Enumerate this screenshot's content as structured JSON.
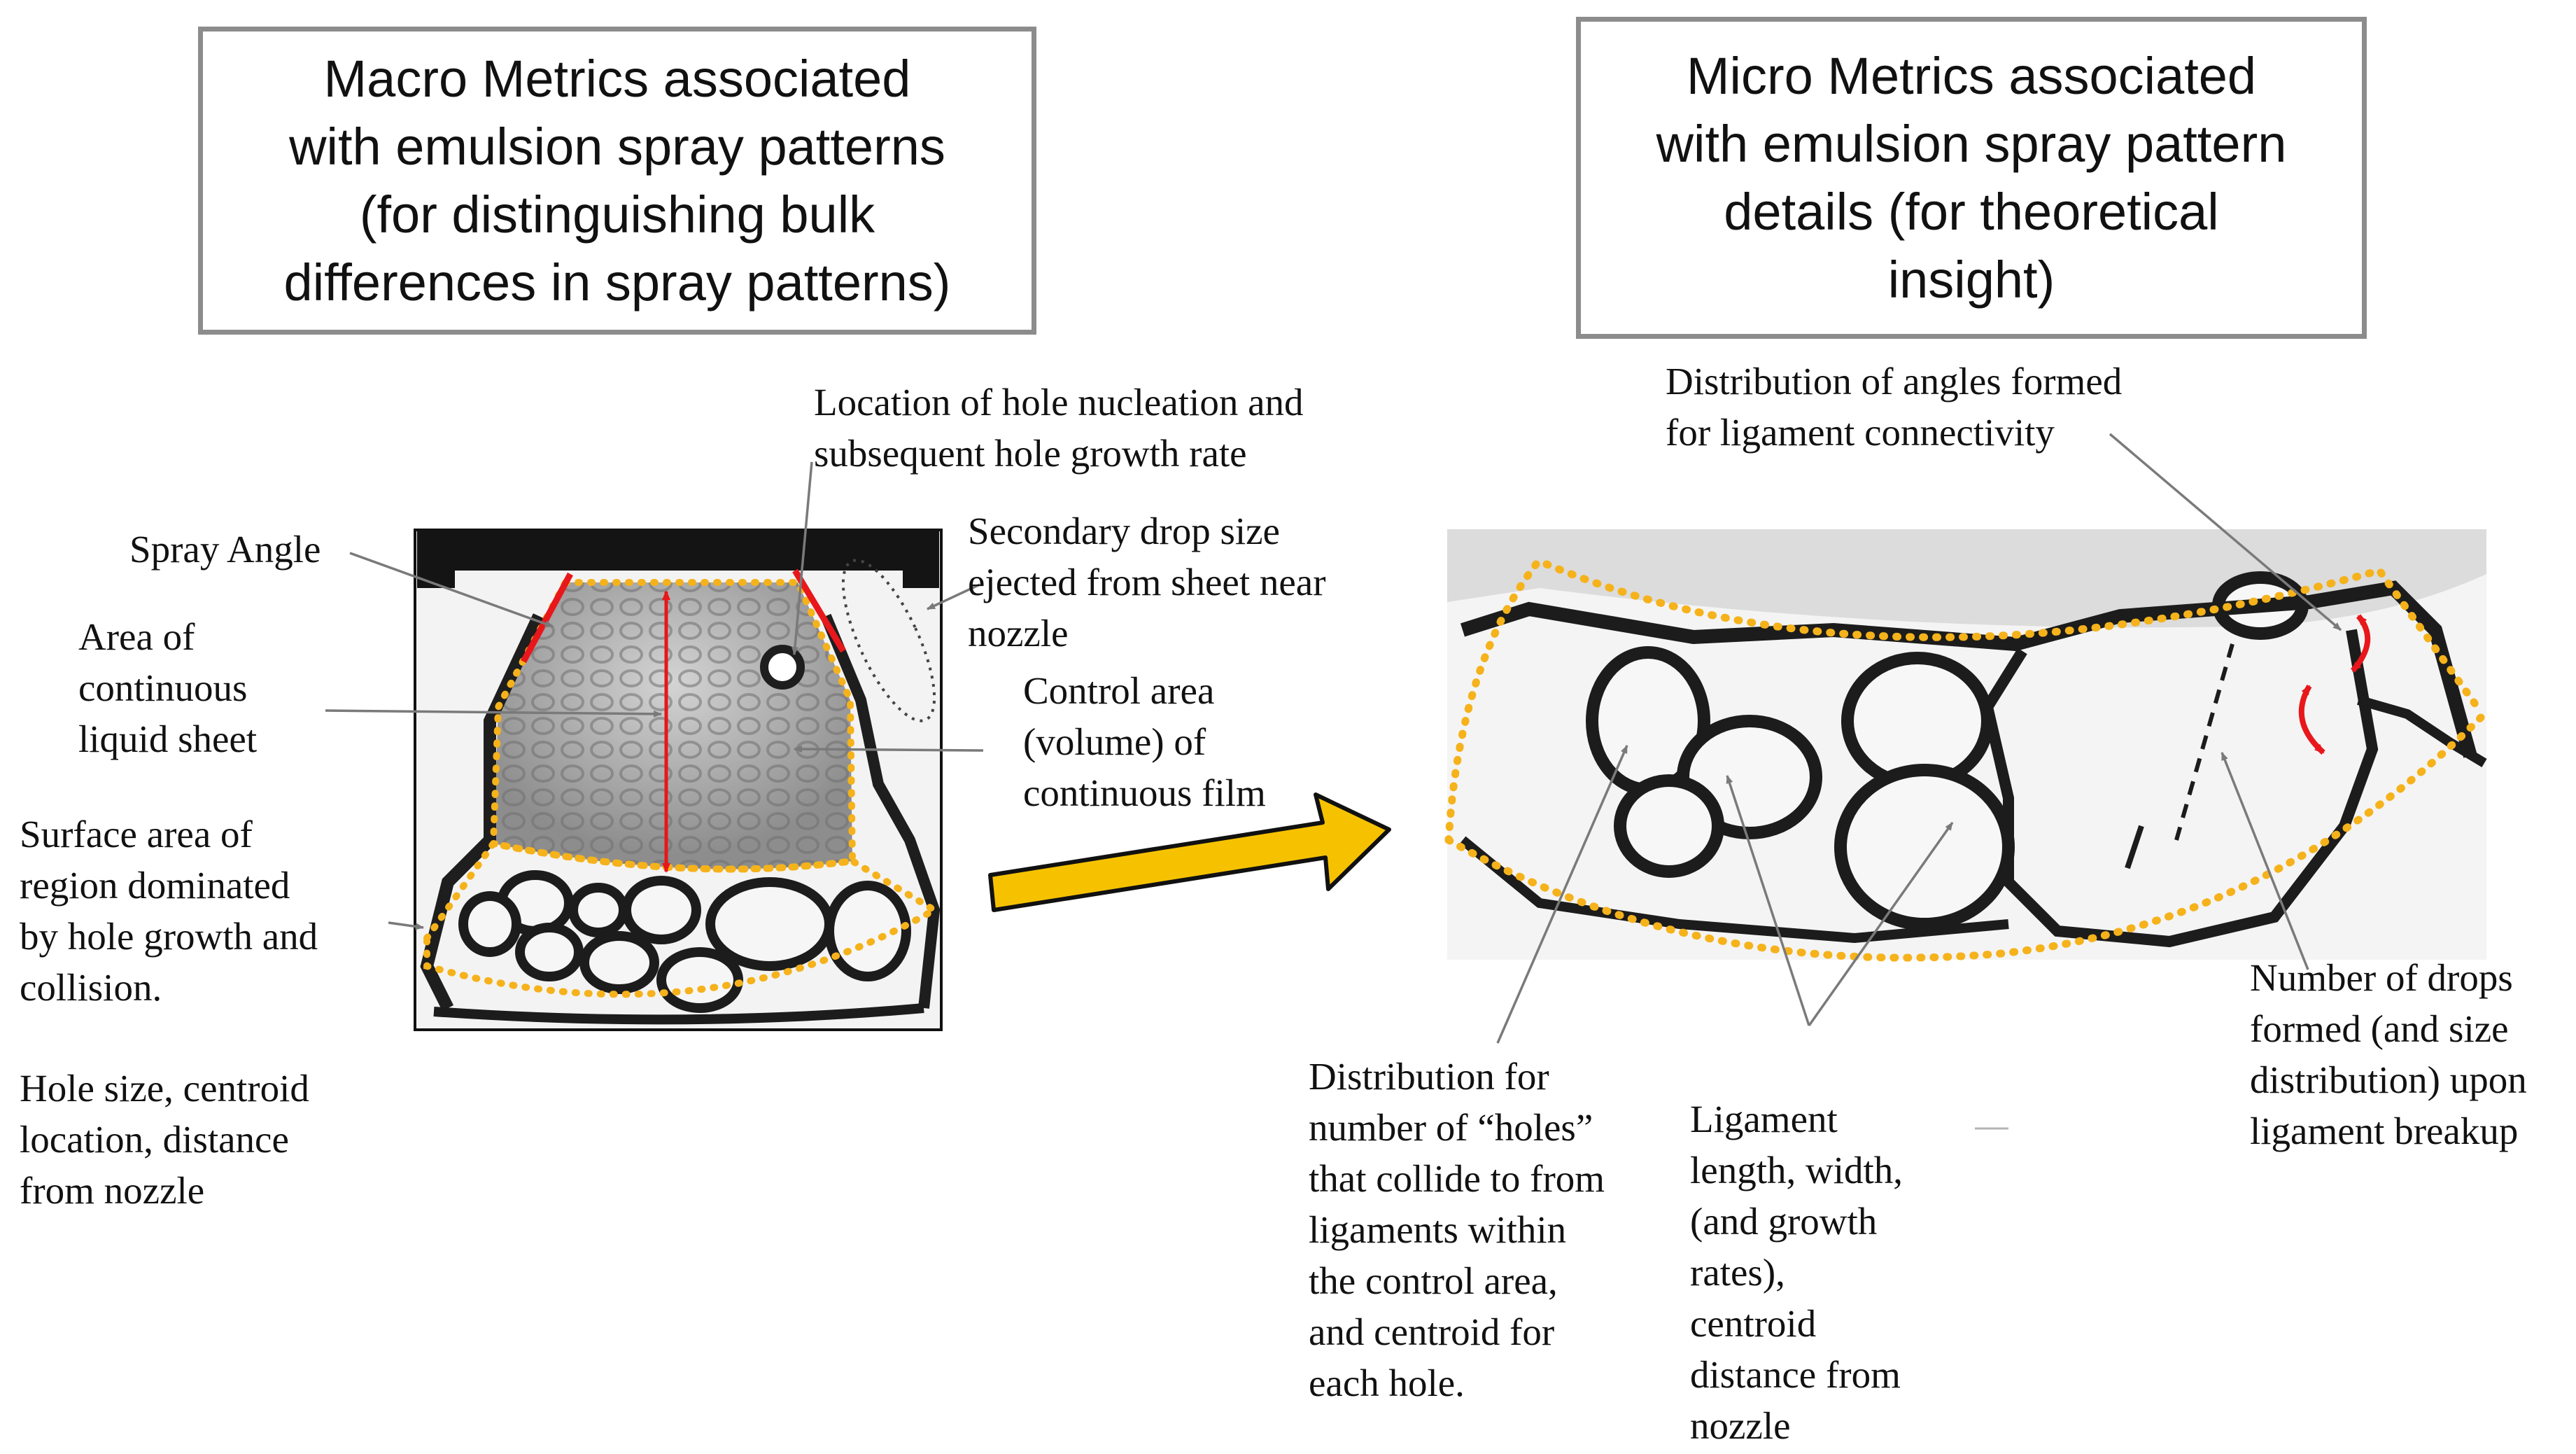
{
  "headers": {
    "macro": "Macro Metrics associated\nwith emulsion spray patterns\n(for distinguishing bulk\ndifferences in spray patterns)",
    "micro": "Micro Metrics associated\nwith emulsion spray pattern\ndetails (for theoretical\ninsight)"
  },
  "macro_labels": {
    "spray_angle": "Spray Angle",
    "area_sheet": "Area of\ncontinuous\nliquid sheet",
    "surface_area": "Surface area of\nregion dominated\nby hole growth and\ncollision.",
    "hole_size": "Hole size, centroid\nlocation, distance\nfrom nozzle",
    "hole_nucleation": "Location of hole nucleation and\nsubsequent hole growth rate",
    "secondary_drop": "Secondary drop size\nejected from sheet near\nnozzle",
    "control_area": "Control area\n(volume) of\ncontinuous film"
  },
  "micro_labels": {
    "angles": "Distribution of angles formed\nfor ligament connectivity",
    "holes_dist": "Distribution for\nnumber of “holes”\nthat collide to from\nligaments within\nthe control area,\nand centroid for\neach hole.",
    "ligament": "Ligament\nlength, width,\n(and growth\nrates),\ncentroid\ndistance from\nnozzle",
    "drops": "Number of drops\nformed (and size\ndistribution) upon\nligament breakup"
  },
  "colors": {
    "outline_dotted": "#f5b21b",
    "arrow_fill": "#f6c200",
    "marker_red": "#e8171b",
    "box_border": "#8c8c8c",
    "leader_line": "#7a7a7a",
    "ligament": "#1c1c1c"
  }
}
